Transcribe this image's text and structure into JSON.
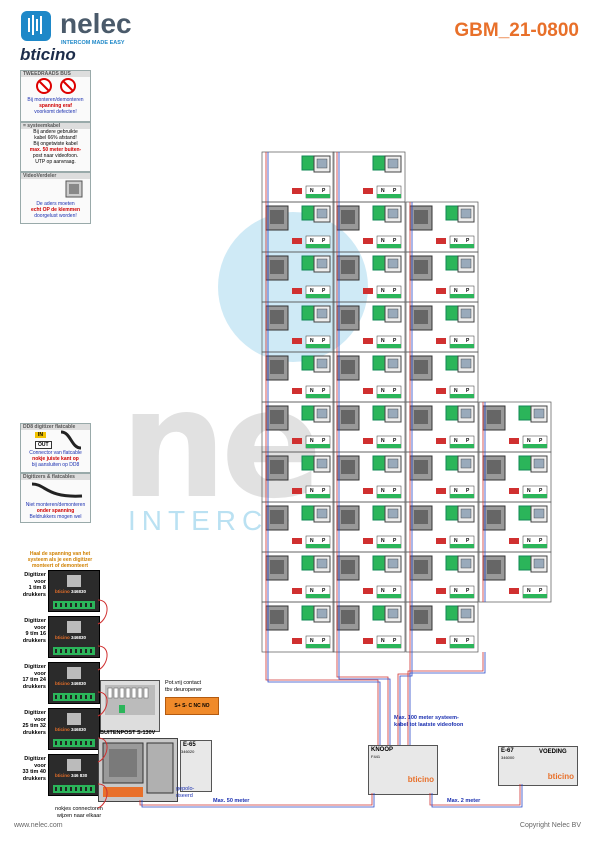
{
  "header": {
    "brand": "nelec",
    "tagline": "INTERCOM MADE EASY",
    "sub_brand": "bticino",
    "doc_code": "GBM_21-0800"
  },
  "watermark": {
    "text": "ne",
    "sub": "INTERCO"
  },
  "warnings": {
    "tweedraads": {
      "title": "TWEEDRAADS BUS",
      "line1": "Bij monteren/demonteren",
      "line2": "spanning eraf",
      "line3": "voorkomt defecten!"
    },
    "systeemkabel": {
      "title": "= systeemkabel",
      "lines": [
        "Bij andere gebruikte",
        "kabel 66% afstand!",
        "Bij ongetwiste kabel",
        "max. 50 meter buiten-",
        "post naar videofoon.",
        "UTP op aanvraag."
      ]
    },
    "videoverdeler": {
      "title": "VideoVerdeler",
      "line1": "De aders moeten",
      "line2": "echt OP de klemmen",
      "line3": "doorgelust worden!"
    },
    "dd8": {
      "title": "DD8 digitizer flatcable",
      "in": "IN",
      "out": "OUT",
      "line1": "Connector van flatcable",
      "line2": "nokje juiste kant op",
      "line3": "bij aansluiten op DD8"
    },
    "digitizers": {
      "title": "Digitizers & flatcables",
      "line1": "Niet monteren/demonteren",
      "line2": "onder spanning",
      "line3": "Beldrukkers mogen wel"
    }
  },
  "digitizer_note": "Haal de spanning van het systeem als je een digitizer monteert of demonteert",
  "digitizers": [
    {
      "label": [
        "Digitizer",
        "voor",
        "1 tim 8",
        "drukkers"
      ],
      "code": "346830"
    },
    {
      "label": [
        "Digitizer",
        "voor",
        "9 t/m 16",
        "drukkers"
      ],
      "code": "346830"
    },
    {
      "label": [
        "Digitizer",
        "voor",
        "17 tim 24",
        "drukkers"
      ],
      "code": "346830"
    },
    {
      "label": [
        "Digitizer",
        "voor",
        "25 tim 32",
        "drukkers"
      ],
      "code": "346830"
    },
    {
      "label": [
        "Digitizer",
        "voor",
        "33 tim 40",
        "drukkers"
      ],
      "code": "346 830"
    }
  ],
  "digitizer_brand": "bticino",
  "nokjes": [
    "nokjes connectoren",
    "wijzen naar elkaar"
  ],
  "buitenpost": "BUITENPOST S-130V",
  "potvrij": [
    "Pot.vrij contact",
    "tbv deuropener"
  ],
  "relay_terminals": "S+ S- C NC NO",
  "e65": {
    "label": "E-65",
    "code": "346020"
  },
  "gepolariseerd": [
    "gepolo-",
    "riseerd"
  ],
  "knoop": {
    "label": "KNOOP",
    "brand": "bticino",
    "code": "F441"
  },
  "e67": {
    "label": "E-67",
    "voeding": "VOEDING",
    "brand": "bticino",
    "code": "346000"
  },
  "max100": [
    "Max. 100 meter systeem-",
    "kabel tot laatste videofoon"
  ],
  "max50": "Max. 50 meter",
  "max2": "Max. 2 meter",
  "terminal_labels": {
    "n": "N",
    "p": "P"
  },
  "footer": {
    "left": "www.nelec.com",
    "right": "Copyright Nelec BV"
  },
  "colors": {
    "accent": "#e8702a",
    "brand_blue": "#1e88c8",
    "green": "#2bb55a",
    "warning_red": "#d00000",
    "wire_red": "#d03030",
    "wire_blue": "#2a48c8"
  }
}
